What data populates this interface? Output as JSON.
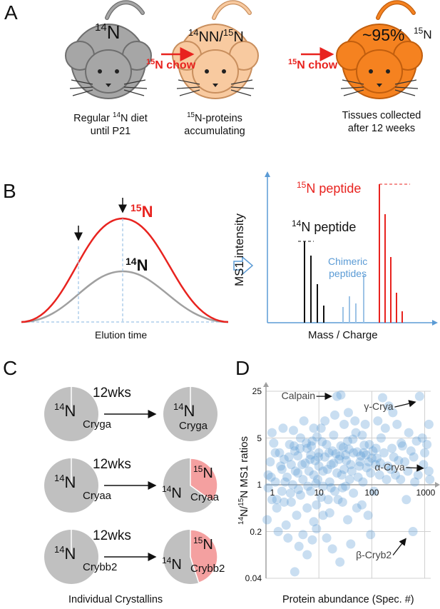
{
  "panel_a": {
    "letter": "A",
    "mice": [
      {
        "label_main": "N",
        "label_sup": "14",
        "fill": "#a6a6a6",
        "outline": "#6e6e6e"
      },
      {
        "label_main": "N",
        "label_sup": "14",
        "label_mid": "N/",
        "label_sup2": "15",
        "fill": "#f8caa0",
        "outline": "#c98f5e"
      },
      {
        "label_prefix": "~95%",
        "label_main": "N",
        "label_sup": "15",
        "fill": "#f58220",
        "outline": "#c15e0e"
      }
    ],
    "arrow_label_sup": "15",
    "arrow_label_text": "N chow",
    "captions": [
      {
        "line1_pre": "Regular ",
        "line1_sup": "14",
        "line1_post": "N diet",
        "line2": "until P21"
      },
      {
        "line1_sup": "15",
        "line1_post": "N-proteins",
        "line2": "accumulating"
      },
      {
        "line1": "Tissues collected",
        "line2": "after 12 weeks"
      }
    ],
    "colors": {
      "arrow": "#e8231f"
    }
  },
  "panel_b": {
    "letter": "B",
    "peak_15n_sup": "15",
    "peak_15n_main": "N",
    "peak_14n_sup": "14",
    "peak_14n_main": "N",
    "xlabel_left": "Elution time",
    "ylabel_right": "MS1 intensity",
    "xlabel_right": "Mass / Charge",
    "label_15n_peptide_sup": "15",
    "label_15n_peptide": "N peptide",
    "label_14n_peptide_sup": "14",
    "label_14n_peptide": "N peptide",
    "label_chimeric_1": "Chimeric",
    "label_chimeric_2": "peptides",
    "colors": {
      "red": "#e8231f",
      "gray": "#a0a0a0",
      "blue": "#5b9bd5",
      "lightblue": "#9dc3e6",
      "black": "#111111"
    }
  },
  "panel_c": {
    "letter": "C",
    "arrow_label": "12wks",
    "rows": [
      {
        "name": "Cryga",
        "after_fraction_15n": 0.0,
        "before_sup": "14",
        "before_main": "N",
        "after_14n_sup": "14",
        "after_14n_main": "N",
        "after_15n_sup": "",
        "after_15n_main": ""
      },
      {
        "name": "Cryaa",
        "after_fraction_15n": 0.35,
        "before_sup": "14",
        "before_main": "N",
        "after_14n_sup": "14",
        "after_14n_main": "N",
        "after_15n_sup": "15",
        "after_15n_main": "N"
      },
      {
        "name": "Crybb2",
        "after_fraction_15n": 0.45,
        "before_sup": "14",
        "before_main": "N",
        "after_14n_sup": "14",
        "after_14n_main": "N",
        "after_15n_sup": "15",
        "after_15n_main": "N"
      }
    ],
    "caption": "Individual Crystallins",
    "colors": {
      "gray": "#c0c0c0",
      "pink": "#f4a0a0"
    }
  },
  "panel_d": {
    "letter": "D",
    "chart_data": {
      "type": "scatter",
      "xlabel": "Protein abundance (Spec. #)",
      "ylabel_sup1": "14",
      "ylabel_mid": "N/",
      "ylabel_sup2": "15",
      "ylabel_post": "N MS1 ratios",
      "x_scale": "log",
      "y_scale": "log",
      "xlim": [
        1,
        1300
      ],
      "ylim": [
        0.04,
        25
      ],
      "x_ticks": [
        1,
        10,
        100,
        1000
      ],
      "x_tick_labels": [
        "1",
        "10",
        "100",
        "1000"
      ],
      "y_ticks": [
        0.04,
        0.2,
        1,
        5,
        25
      ],
      "y_tick_labels": [
        "0.04",
        "0.2",
        "1",
        "5",
        "25"
      ],
      "grid": true,
      "point_color": "#5b9bd5",
      "annotations": [
        {
          "text": "Calpain",
          "x": 22,
          "y": 21
        },
        {
          "text": "γ-Crya",
          "x": 800,
          "y": 21
        },
        {
          "text": "α-Crya",
          "x": 1200,
          "y": 1.6
        },
        {
          "text": "β-Cryb2",
          "x": 600,
          "y": 0.2
        }
      ],
      "points": [
        [
          22,
          21
        ],
        [
          26,
          22
        ],
        [
          800,
          21
        ],
        [
          1200,
          1.6
        ],
        [
          600,
          0.2
        ],
        [
          1200,
          8
        ],
        [
          1100,
          4
        ],
        [
          700,
          4.5
        ],
        [
          500,
          6
        ],
        [
          300,
          8
        ],
        [
          250,
          12
        ],
        [
          180,
          7
        ],
        [
          150,
          5
        ],
        [
          120,
          3.5
        ],
        [
          100,
          2.5
        ],
        [
          90,
          4
        ],
        [
          80,
          1.8
        ],
        [
          70,
          3
        ],
        [
          60,
          2.2
        ],
        [
          55,
          1.3
        ],
        [
          50,
          6
        ],
        [
          45,
          3
        ],
        [
          40,
          2
        ],
        [
          38,
          1.2
        ],
        [
          35,
          4.5
        ],
        [
          32,
          2.8
        ],
        [
          30,
          1.7
        ],
        [
          28,
          0.9
        ],
        [
          26,
          3.8
        ],
        [
          24,
          2.4
        ],
        [
          22,
          1.5
        ],
        [
          20,
          0.8
        ],
        [
          19,
          5.5
        ],
        [
          18,
          3.2
        ],
        [
          17,
          2
        ],
        [
          16,
          1.1
        ],
        [
          15,
          0.6
        ],
        [
          14,
          4
        ],
        [
          13,
          2.6
        ],
        [
          12,
          1.6
        ],
        [
          12,
          0.35
        ],
        [
          11,
          7
        ],
        [
          10,
          3
        ],
        [
          10,
          1.9
        ],
        [
          9.5,
          1.2
        ],
        [
          9,
          0.5
        ],
        [
          8.5,
          2.3
        ],
        [
          8,
          1.4
        ],
        [
          8,
          0.28
        ],
        [
          7.5,
          4.5
        ],
        [
          7,
          2.8
        ],
        [
          7,
          0.8
        ],
        [
          6.5,
          1.6
        ],
        [
          6,
          3.5
        ],
        [
          6,
          0.45
        ],
        [
          5.5,
          2.1
        ],
        [
          5,
          1.2
        ],
        [
          5,
          0.18
        ],
        [
          4.5,
          5
        ],
        [
          4.5,
          0.7
        ],
        [
          4,
          2.7
        ],
        [
          4,
          1.5
        ],
        [
          3.8,
          0.35
        ],
        [
          3.5,
          3.2
        ],
        [
          3.2,
          1
        ],
        [
          3,
          2
        ],
        [
          3,
          0.55
        ],
        [
          2.8,
          4
        ],
        [
          2.5,
          1.3
        ],
        [
          2.4,
          0.25
        ],
        [
          2.2,
          2.4
        ],
        [
          2,
          1.7
        ],
        [
          2,
          0.8
        ],
        [
          1.8,
          3
        ],
        [
          1.6,
          0.45
        ],
        [
          1.5,
          1.1
        ],
        [
          1.4,
          4.2
        ],
        [
          1.3,
          0.6
        ],
        [
          1.2,
          2.2
        ],
        [
          1.1,
          1.4
        ],
        [
          1.1,
          0.9
        ],
        [
          1.05,
          0.3
        ],
        [
          3.5,
          0.05
        ],
        [
          6,
          0.09
        ],
        [
          18,
          0.11
        ],
        [
          25,
          0.07
        ],
        [
          14,
          0.16
        ],
        [
          9,
          0.22
        ],
        [
          40,
          0.13
        ],
        [
          65,
          0.5
        ],
        [
          85,
          0.35
        ],
        [
          110,
          0.8
        ],
        [
          140,
          1.4
        ],
        [
          200,
          1.9
        ],
        [
          260,
          2.6
        ],
        [
          350,
          1.2
        ],
        [
          420,
          2.2
        ],
        [
          550,
          3.2
        ],
        [
          900,
          5
        ],
        [
          1000,
          3
        ],
        [
          450,
          0.6
        ],
        [
          95,
          0.18
        ],
        [
          35,
          0.3
        ],
        [
          28,
          0.55
        ],
        [
          16,
          0.38
        ],
        [
          11,
          0.65
        ],
        [
          7.5,
          0.15
        ],
        [
          4.2,
          0.12
        ],
        [
          2.6,
          0.16
        ],
        [
          1.7,
          0.2
        ],
        [
          48,
          9
        ],
        [
          36,
          12
        ],
        [
          66,
          5.5
        ],
        [
          75,
          8
        ],
        [
          130,
          9
        ],
        [
          210,
          15
        ],
        [
          160,
          20
        ],
        [
          30,
          8
        ],
        [
          20,
          11
        ],
        [
          13,
          9
        ],
        [
          8,
          7
        ],
        [
          5.2,
          9
        ],
        [
          3.3,
          6.5
        ],
        [
          2.1,
          7
        ],
        [
          1.3,
          6
        ],
        [
          1.5,
          3
        ],
        [
          2.3,
          1.1
        ],
        [
          3.6,
          1.6
        ],
        [
          4.8,
          2
        ],
        [
          6.8,
          2.4
        ],
        [
          9.8,
          2.6
        ],
        [
          14.5,
          1.7
        ],
        [
          21,
          2.9
        ],
        [
          27,
          1.4
        ],
        [
          33,
          2.3
        ],
        [
          42,
          1.6
        ],
        [
          58,
          1.9
        ],
        [
          68,
          1.1
        ],
        [
          78,
          2.8
        ],
        [
          95,
          1.5
        ],
        [
          118,
          2
        ],
        [
          170,
          3
        ],
        [
          230,
          1.7
        ],
        [
          320,
          2.3
        ],
        [
          380,
          3.8
        ],
        [
          620,
          2.6
        ],
        [
          750,
          1.4
        ],
        [
          950,
          2
        ],
        [
          1250,
          1.2
        ],
        [
          17,
          0.9
        ],
        [
          23,
          0.6
        ],
        [
          32,
          0.95
        ],
        [
          45,
          0.75
        ],
        [
          52,
          0.45
        ],
        [
          12,
          0.95
        ],
        [
          8.8,
          1.05
        ],
        [
          6.2,
          0.95
        ],
        [
          4.1,
          0.85
        ],
        [
          2.9,
          0.75
        ],
        [
          2.2,
          0.55
        ],
        [
          1.6,
          0.6
        ],
        [
          1.25,
          1.3
        ],
        [
          1.9,
          1.9
        ],
        [
          2.7,
          2.6
        ],
        [
          3.4,
          3.8
        ],
        [
          4.4,
          3.5
        ],
        [
          5.8,
          4.2
        ],
        [
          7.2,
          3.8
        ],
        [
          9.2,
          5.2
        ],
        [
          11.5,
          4.4
        ],
        [
          15.5,
          3
        ],
        [
          19,
          2.1
        ],
        [
          25,
          2.7
        ],
        [
          29,
          3.6
        ],
        [
          37,
          3.4
        ],
        [
          44,
          4.8
        ],
        [
          53,
          3.1
        ],
        [
          62,
          2.7
        ],
        [
          72,
          3.9
        ],
        [
          88,
          2.2
        ],
        [
          105,
          3.2
        ],
        [
          125,
          2.5
        ],
        [
          145,
          2.1
        ],
        [
          190,
          1.2
        ],
        [
          240,
          3.5
        ],
        [
          280,
          1.4
        ],
        [
          360,
          4.2
        ],
        [
          480,
          1.6
        ],
        [
          650,
          1.1
        ]
      ]
    }
  }
}
